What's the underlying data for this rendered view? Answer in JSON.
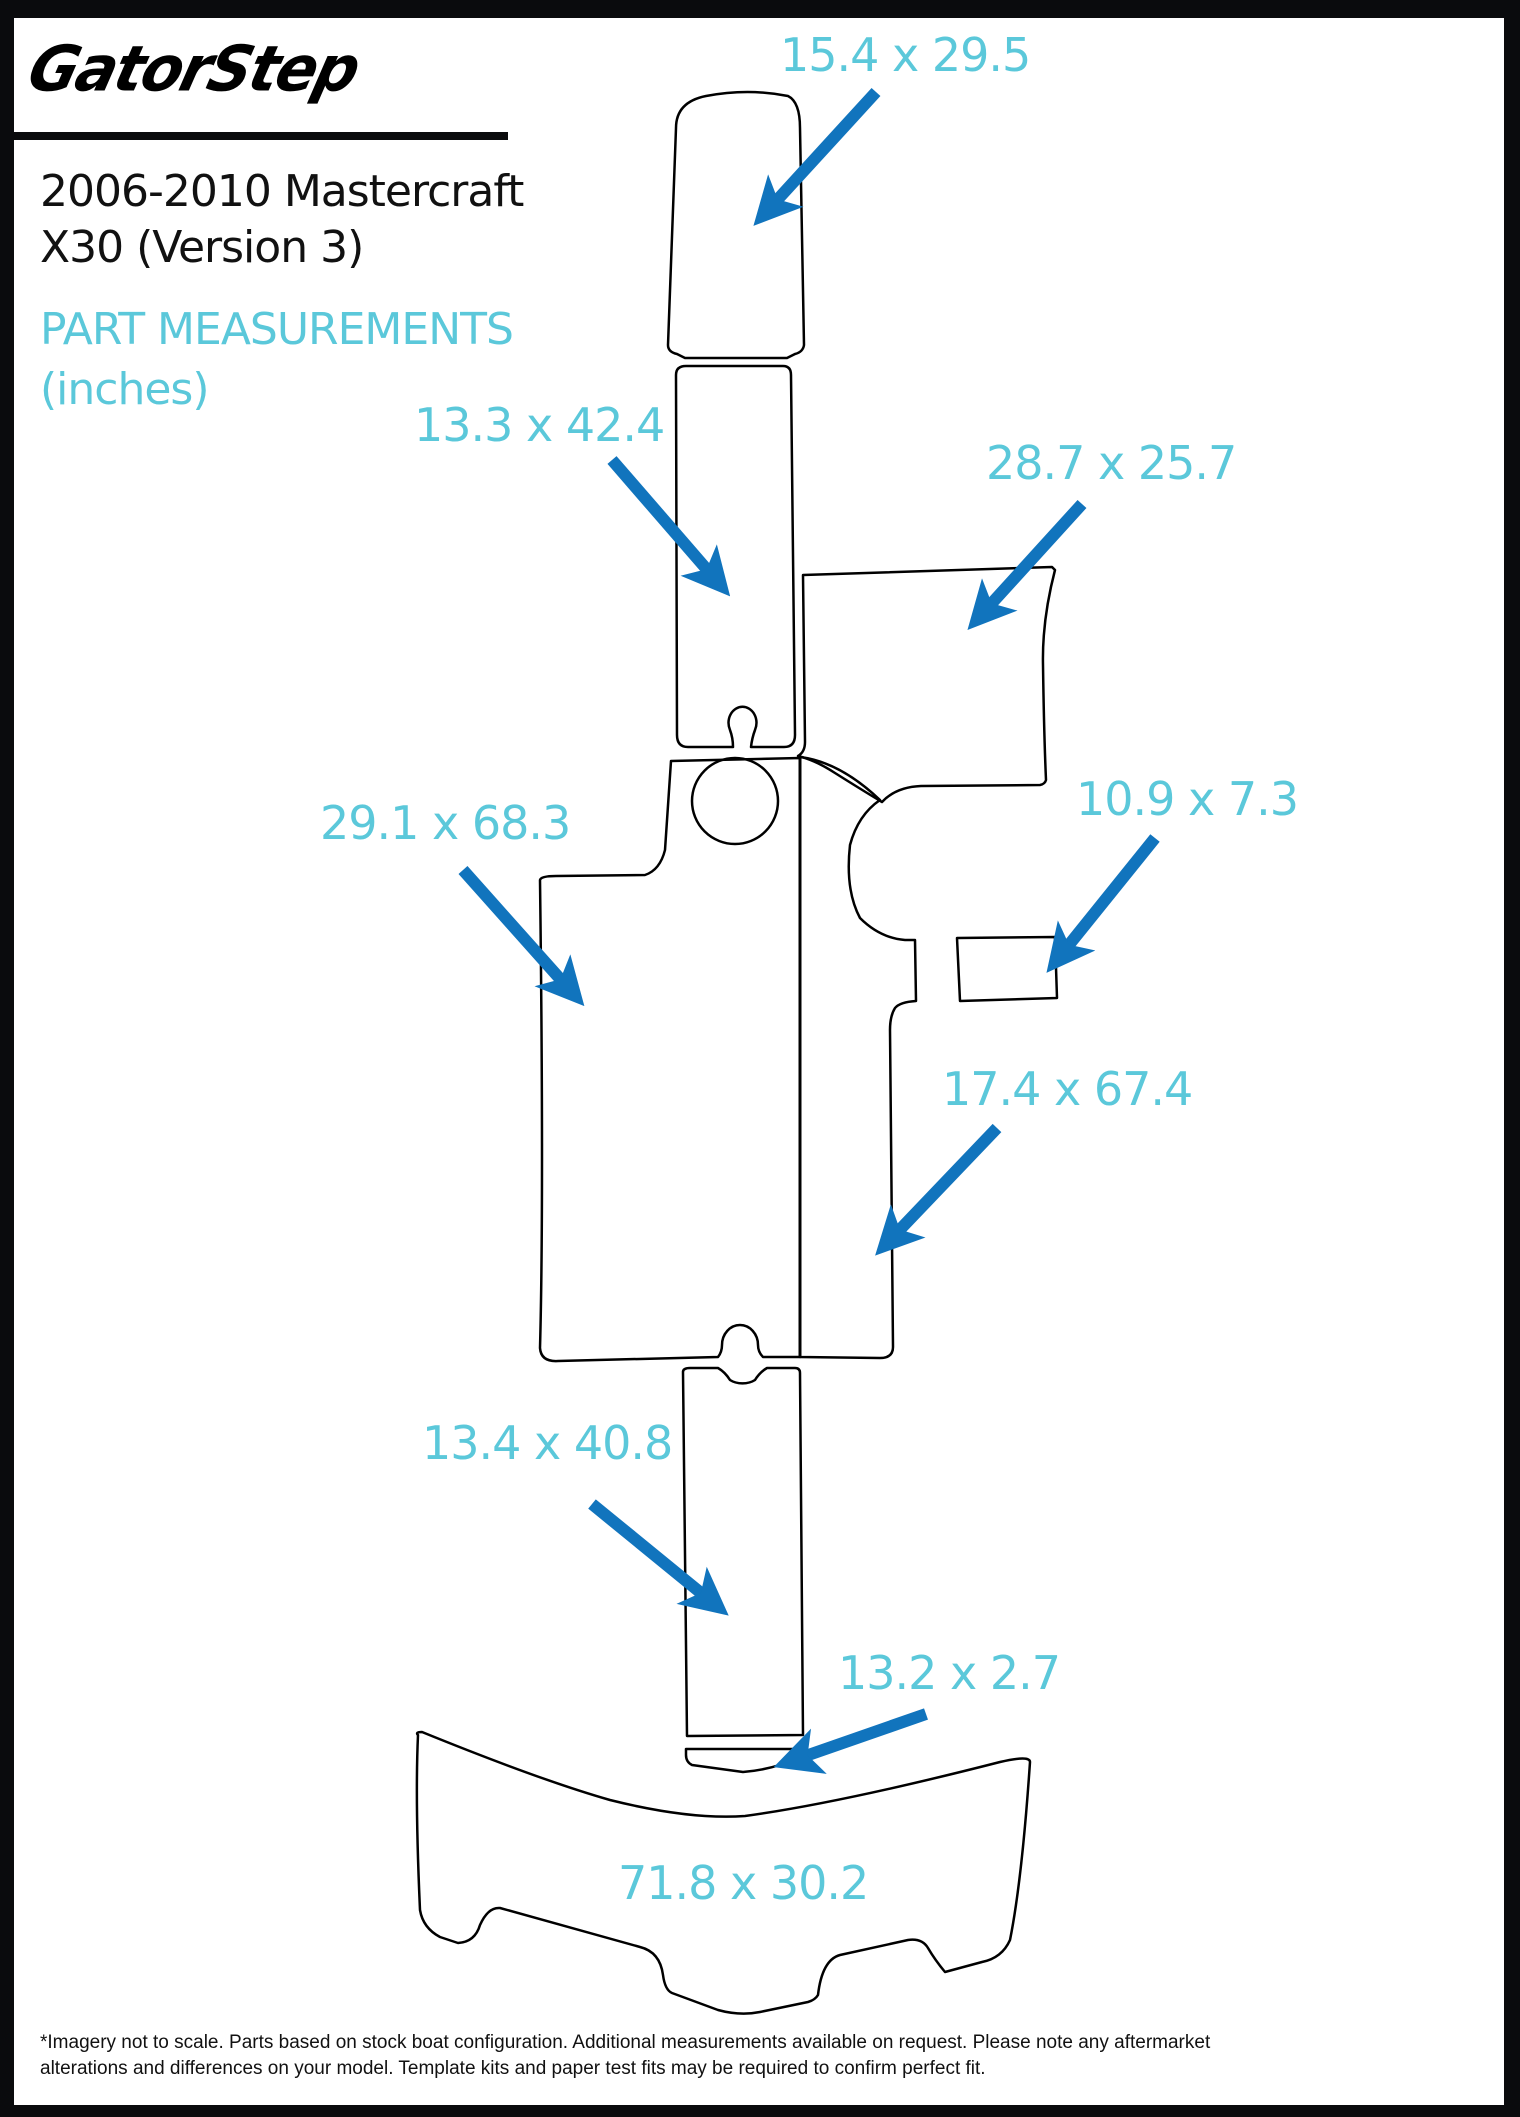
{
  "header": {
    "logo": "GatorStep",
    "title_line1": "2006-2010 Mastercraft",
    "title_line2": "X30 (Version 3)",
    "subtitle_line1": "PART MEASUREMENTS",
    "subtitle_line2": "(inches)"
  },
  "colors": {
    "label": "#5bc8da",
    "arrow": "#1174bd",
    "outline": "#000000",
    "frame": "#0a0b0d"
  },
  "parts": [
    {
      "id": "helm-top",
      "label": "15.4 x 29.5"
    },
    {
      "id": "walkway-upper",
      "label": "13.3 x 42.4"
    },
    {
      "id": "side-panel",
      "label": "28.7 x 25.7"
    },
    {
      "id": "small-block",
      "label": "10.9 x 7.3"
    },
    {
      "id": "cockpit-left",
      "label": "29.1 x 68.3"
    },
    {
      "id": "cockpit-right",
      "label": "17.4 x 67.4"
    },
    {
      "id": "walkway-lower",
      "label": "13.4 x 40.8"
    },
    {
      "id": "step-strip",
      "label": "13.2 x 2.7"
    },
    {
      "id": "swim-platform",
      "label": "71.8 x 30.2"
    }
  ],
  "footnote": {
    "line1": "*Imagery not to scale. Parts based on stock boat configuration. Additional measurements available on request. Please note any aftermarket",
    "line2": "alterations and differences on your model. Template kits and paper test fits may be required to confirm perfect fit."
  }
}
